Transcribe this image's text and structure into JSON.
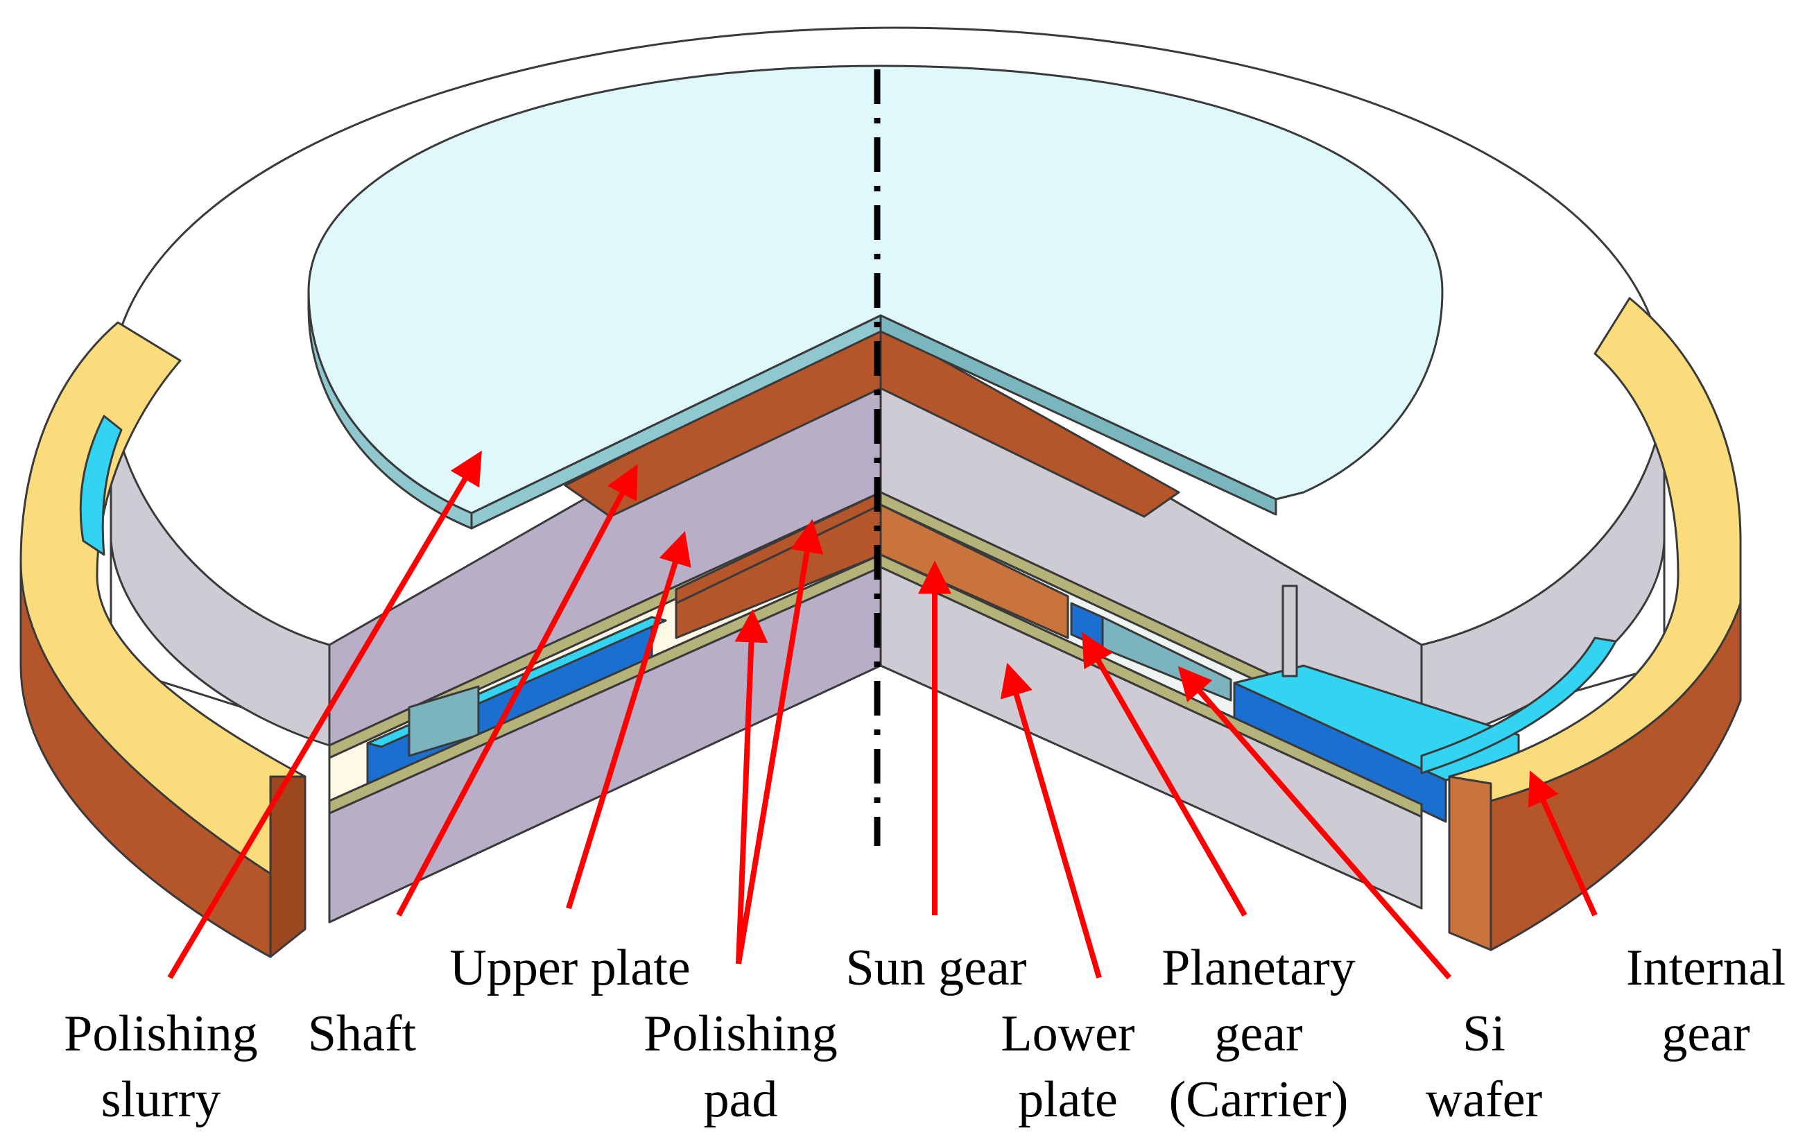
{
  "labels": {
    "polishing_slurry": [
      "Polishing",
      "slurry"
    ],
    "shaft": "Shaft",
    "upper_plate": "Upper plate",
    "polishing_pad": [
      "Polishing",
      "pad"
    ],
    "sun_gear": "Sun gear",
    "lower_plate": [
      "Lower",
      "plate"
    ],
    "planetary_gear": [
      "Planetary",
      "gear",
      "(Carrier)"
    ],
    "si_wafer": [
      "Si",
      "wafer"
    ],
    "internal_gear": [
      "Internal",
      "gear"
    ]
  },
  "colors": {
    "arrow": "#ff0000",
    "slurry": "#dff8fb",
    "slurry_edge": "#8fc9cf",
    "copper": "#b5562a",
    "copper_light": "#c9733d",
    "gold": "#fbdc7c",
    "plate_gray": "#cfcbd4",
    "plate_purple": "#b8aec8",
    "pad": "#b5b27a",
    "carrier_blue": "#1a6fd0",
    "carrier_cyan": "#33d4f2",
    "wafer": "#7bb3bf",
    "axis": "#000000"
  }
}
